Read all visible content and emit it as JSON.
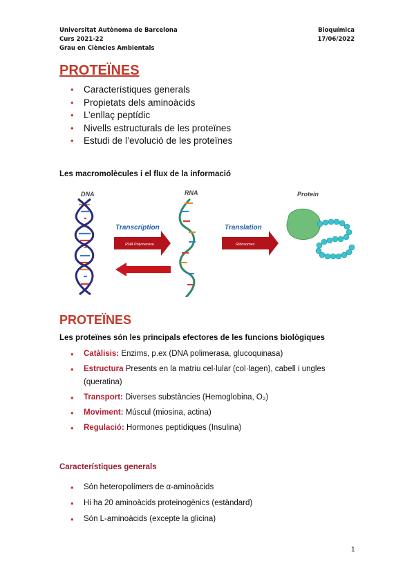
{
  "header": {
    "university": "Universitat Autònoma de Barcelona",
    "course": "Curs 2021-22",
    "degree": "Grau en Ciències Ambientals",
    "subject": "Bioquímica",
    "date": "17/06/2022"
  },
  "title": "PROTEÏNES",
  "toc": [
    "Característiques generals",
    "Propietats dels aminoàcids",
    "L’enllaç peptídic",
    "Nivells estructurals de les proteïnes",
    "Estudi de l’evolució de les proteïnes"
  ],
  "figure_section_title": "Les macromolècules i el flux de la informació",
  "figure": {
    "dna": "DNA",
    "rna": "RNA",
    "protein": "Protein",
    "transcription": "Transcription",
    "rna_polymerase": "RNA Polymerase",
    "translation": "Translation",
    "ribosomes": "Ribosomes",
    "colors": {
      "arrow": "#b3141c",
      "dna_strand": "#2a2a7a",
      "rna_strand": "#3aa87a",
      "protein": "#6fbf7a",
      "chain": "#3cc3d0"
    }
  },
  "section2_title": "PROTEÏNES",
  "section2_subtitle": "Les proteïnes són les principals efectores de les funcions biològiques",
  "functions": [
    {
      "term": "Catàlisis:",
      "text": " Enzims, p.ex  (DNA polimerasa, glucoquinasa)"
    },
    {
      "term": "Estructura",
      "text": " Presents en la matriu cel·lular (col·lagen), cabell i ungles (queratina)"
    },
    {
      "term": "Transport:",
      "text": " Diverses substàncies (Hemoglobina, O₂)"
    },
    {
      "term": "Moviment:",
      "text": " Múscul (miosina, actina)"
    },
    {
      "term": "Regulació:",
      "text": " Hormones peptídiques (Insulina)"
    }
  ],
  "general_title": "Característiques generals",
  "general_items": [
    "Són heteropolímers de α-aminoàcids",
    "Hi ha 20 aminoàcids proteinogènics (estàndard)",
    "Són L-aminoàcids (excepte la glicina)"
  ],
  "page_number": "1"
}
